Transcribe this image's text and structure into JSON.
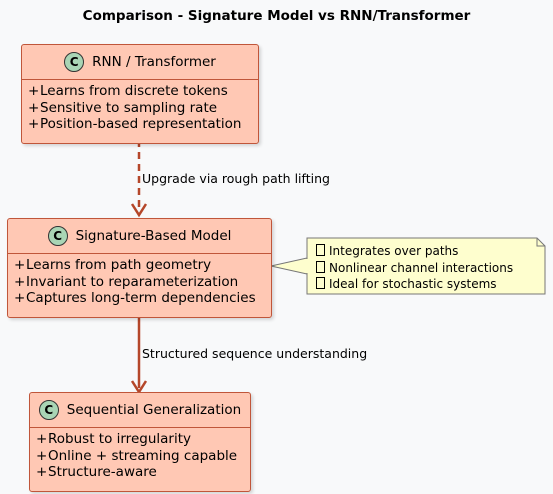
{
  "title": "Comparison - Signature Model vs RNN/Transformer",
  "classes": {
    "rnn": {
      "badge": "C",
      "name": "RNN / Transformer",
      "attributes": [
        "Learns from discrete tokens",
        "Sensitive to sampling rate",
        "Position-based representation"
      ]
    },
    "signature": {
      "badge": "C",
      "name": "Signature-Based Model",
      "attributes": [
        "Learns from path geometry",
        "Invariant to reparameterization",
        "Captures long-term dependencies"
      ]
    },
    "sequential": {
      "badge": "C",
      "name": "Sequential Generalization",
      "attributes": [
        "Robust to irregularity",
        "Online + streaming capable",
        "Structure-aware"
      ]
    }
  },
  "attribute_marker": "+",
  "note": {
    "lines": [
      "Integrates over paths",
      "Nonlinear channel interactions",
      "Ideal for stochastic systems"
    ]
  },
  "edges": {
    "upgrade": "Upgrade via rough path lifting",
    "structured": "Structured sequence understanding"
  },
  "colors": {
    "class_fill": "#ffc8b4",
    "class_border": "#c0563a",
    "arrow": "#b5472a",
    "badge_fill": "#a9d5b5",
    "note_fill": "#fefece"
  }
}
